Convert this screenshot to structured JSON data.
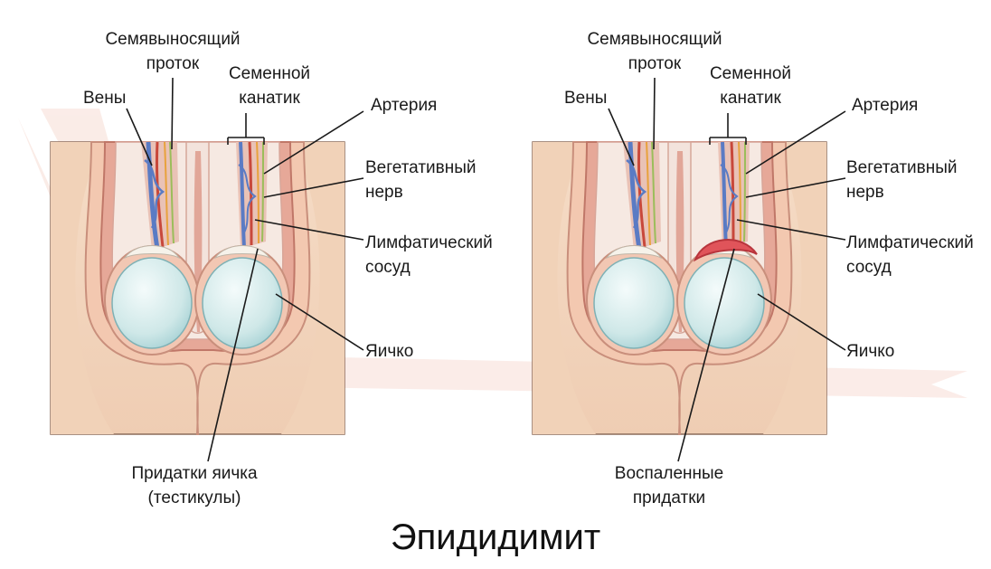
{
  "panels": [
    {
      "id": "left",
      "labels": {
        "vas_deferens": "Семявыносящий\nпроток",
        "veins": "Вены",
        "spermatic_cord": "Семенной\nканатик",
        "artery": "Артерия",
        "nerve": "Вегетативный\nнерв",
        "lymph": "Лимфатический\nсосуд",
        "testis": "Яичко",
        "epididymis": "Придатки яичка\n(тестикулы)"
      }
    },
    {
      "id": "right",
      "labels": {
        "vas_deferens": "Семявыносящий\nпроток",
        "veins": "Вены",
        "spermatic_cord": "Семенной\nканатик",
        "artery": "Артерия",
        "nerve": "Вегетативный\nнерв",
        "lymph": "Лимфатический\nсосуд",
        "testis": "Яичко",
        "epididymis": "Воспаленные\nпридатки"
      }
    }
  ],
  "caption": "Эпидидимит",
  "colors": {
    "skin": "#f3d9c0",
    "skin_shadow": "#e7b99c",
    "muscle": "#d58d7c",
    "testis": "#d3ecec",
    "vein": "#5a7bc4",
    "artery": "#c8483b",
    "nerve": "#e8a23c",
    "lymph": "#9bbd5a",
    "inflamed": "#e0545a",
    "watermark": "#f5d5cc"
  }
}
